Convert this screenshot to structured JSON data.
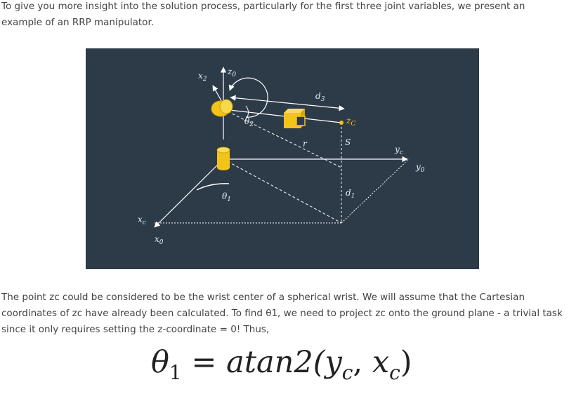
{
  "intro_text": "To give you more insight into the solution process, particularly for the first three joint variables, we present an example of an RRP manipulator.",
  "figure": {
    "labels": {
      "z0": "z",
      "z0_sub": "0",
      "x2": "x",
      "x2_sub": "2",
      "d3": "d",
      "d3_sub": "3",
      "zc": "z",
      "zc_sub": "C",
      "theta2": "θ",
      "theta2_sub": "2",
      "r": "r",
      "S": "S",
      "yc": "y",
      "yc_sub": "c",
      "y0": "y",
      "y0_sub": "0",
      "d1": "d",
      "d1_sub": "1",
      "theta1": "θ",
      "theta1_sub": "1",
      "xc": "x",
      "xc_sub": "c",
      "x0": "x",
      "x0_sub": "0"
    },
    "colors": {
      "background": "#2d3a48",
      "line": "#ffffff",
      "joint": "#f2c419"
    }
  },
  "body_text": "The point zc could be considered to be the wrist center of a spherical wrist. We will assume that the Cartesian coordinates of zc have already been calculated. To find θ1, we need to project zc onto the ground plane - a trivial task since it only requires setting the z-coordinate = 0! Thus,",
  "formula": {
    "theta": "θ",
    "theta_sub": "1",
    "equals": " = ",
    "func": "atan2(",
    "y": "y",
    "y_sub": "c",
    "comma": ", ",
    "x": "x",
    "x_sub": "c",
    "close": ")"
  }
}
